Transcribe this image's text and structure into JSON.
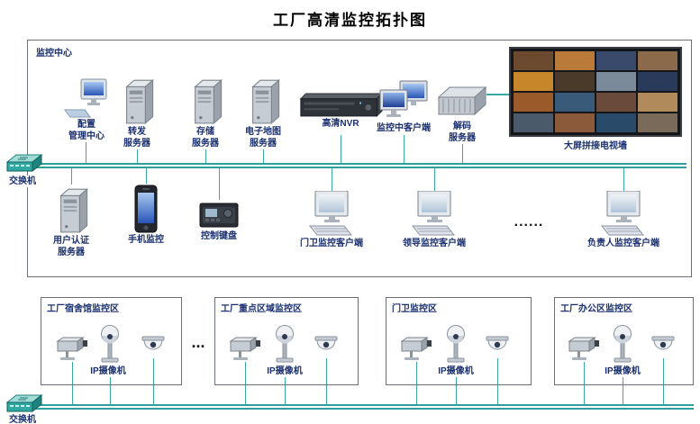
{
  "title": "工厂高清监控拓扑图",
  "monitoring_center": {
    "label": "监控中心",
    "top_row": {
      "config": "配置\n管理中心",
      "forward": "转发\n服务器",
      "storage": "存储\n服务器",
      "emap": "电子地图\n服务器",
      "nvr": "高清NVR",
      "monitor_client": "监控中客户端",
      "decoder": "解码\n服务器",
      "tv_wall": "大屏拼接电视墙"
    },
    "second_row": {
      "auth": "用户认证\n服务器",
      "mobile": "手机监控",
      "ctrl_keyboard": "控制键盘",
      "gate_client": "门卫监控客户端",
      "leader_client": "领导监控客户端",
      "dots": "......",
      "manager_client": "负责人监控客户端"
    }
  },
  "switches": {
    "top": "交换机",
    "bottom": "交换机"
  },
  "areas": [
    {
      "title": "工厂宿舍馆监控区",
      "camera_label": "IP摄像机"
    },
    {
      "title": "工厂重点区域监控区",
      "camera_label": "IP摄像机"
    },
    {
      "title": "门卫监控区",
      "camera_label": "IP摄像机"
    },
    {
      "title": "工厂办公区监控区",
      "camera_label": "IP摄像机"
    }
  ],
  "area_gap_dots": "...",
  "tv_wall": {
    "cells": [
      "#6b4a2f",
      "#b97a3a",
      "#3a4a6b",
      "#8a6a4a",
      "#c8862a",
      "#4a3a2a",
      "#7a8a9a",
      "#2a3a5a",
      "#9a5a2a",
      "#3a5a7a",
      "#6a4a3a",
      "#b08a5a",
      "#4a5a6a",
      "#8a5a3a",
      "#2a4a6a",
      "#7a6a5a"
    ]
  },
  "colors": {
    "bus_line": "#2f9f9c",
    "label_text": "#1a2f6e"
  }
}
